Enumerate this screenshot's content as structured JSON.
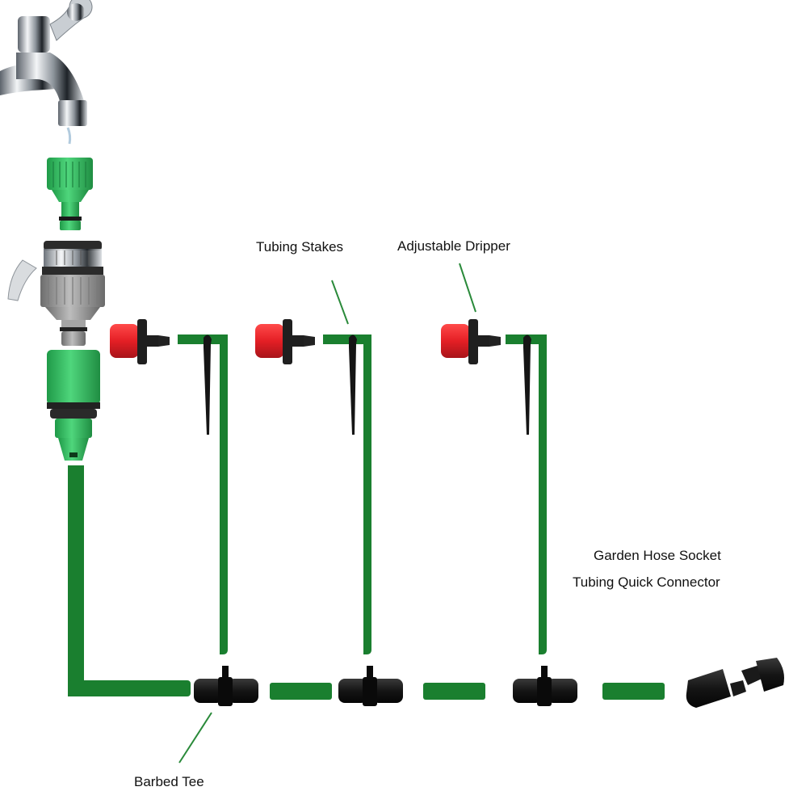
{
  "title": "Drip Irrigation Kit Assembly",
  "colors": {
    "tubing": "#1a7f2f",
    "leader_line": "#2a8a3a",
    "dripper_red": "#e8232b",
    "connector_green": "#2fb35a",
    "adapter_gray": "#9a9a9a",
    "fitting_black": "#151515",
    "chrome": "#c8cdd3"
  },
  "labels": {
    "tubing_stakes": "Tubing Stakes",
    "adjustable_dripper": "Adjustable Dripper",
    "garden_hose_socket": "Garden Hose Socket",
    "tubing_quick_connector": "Tubing Quick Connector",
    "barbed_tee": "Barbed Tee"
  },
  "components": [
    {
      "name": "faucet",
      "icon": "faucet-icon"
    },
    {
      "name": "tap adapter (green)",
      "icon": "tap-adapter-icon"
    },
    {
      "name": "universal tap connector (gray, hose clamp)",
      "icon": "universal-connector-icon"
    },
    {
      "name": "tubing quick connector (green)",
      "icon": "quick-connector-icon"
    },
    {
      "name": "adjustable dripper",
      "count": 3,
      "icon": "dripper-icon"
    },
    {
      "name": "tubing stake",
      "count": 3,
      "icon": "stake-icon"
    },
    {
      "name": "barbed tee",
      "count": 3,
      "icon": "barbed-tee-icon"
    },
    {
      "name": "garden hose socket / end plug",
      "icon": "end-plug-icon"
    }
  ]
}
